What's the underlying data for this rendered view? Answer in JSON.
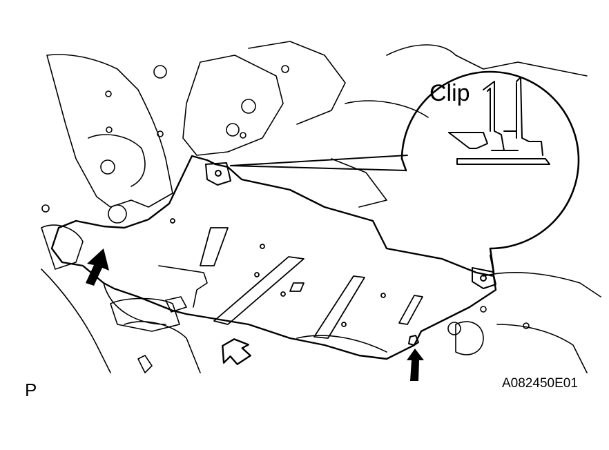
{
  "figure": {
    "callout_label": "Clip",
    "section_code": "P",
    "figure_id": "A082450E01"
  },
  "colors": {
    "line": "#000000",
    "background": "#ffffff"
  }
}
